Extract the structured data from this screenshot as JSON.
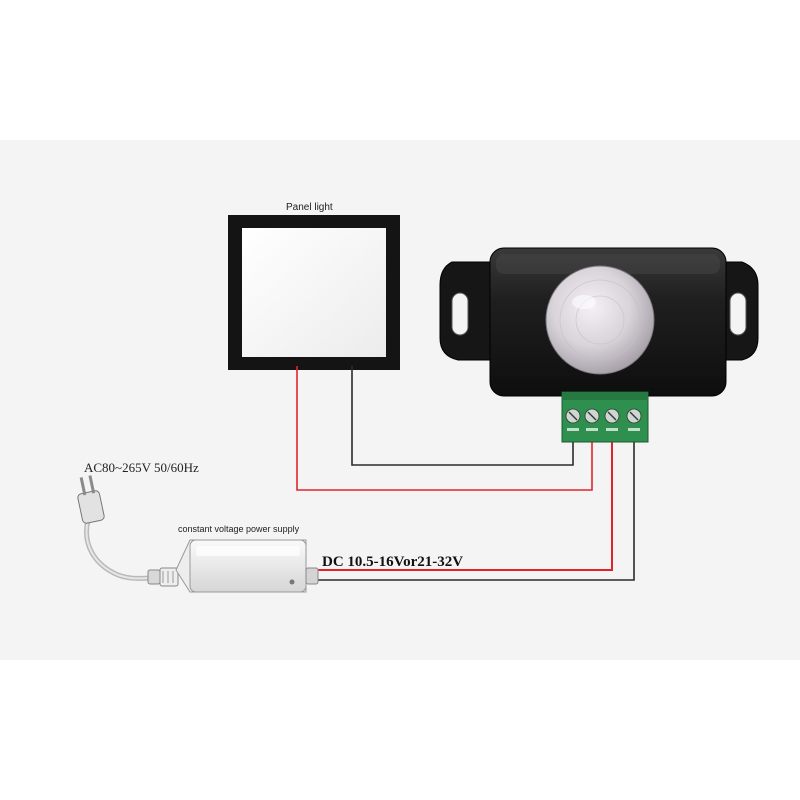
{
  "labels": {
    "panel": "Panel light",
    "ac_input": "AC80~265V 50/60Hz",
    "power_supply": "constant voltage power supply",
    "dc_output": "DC 10.5-16Vor21-32V"
  },
  "colors": {
    "red_wire": "#e0242c",
    "black_wire": "#2b2b2b",
    "band": "#f4f4f4",
    "panel_frame": "#141414",
    "sensor_body": "#1e1e1e",
    "terminal": "#2f8f4e"
  },
  "icons": [
    "plug-icon",
    "power-supply-icon",
    "sensor-module-icon",
    "terminal-block-icon",
    "pir-lens-icon"
  ]
}
